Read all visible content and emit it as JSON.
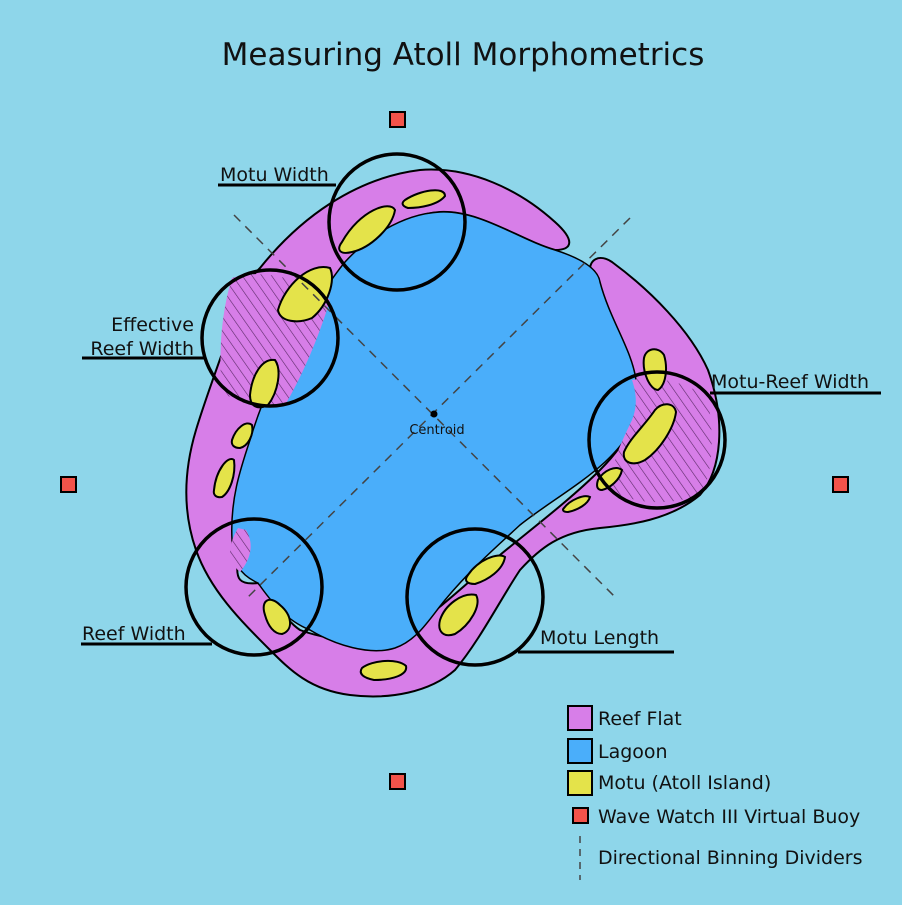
{
  "title": "Measuring Atoll Morphometrics",
  "labels": {
    "motu_width": "Motu Width",
    "effective_reef_width_line1": "Effective",
    "effective_reef_width_line2": "Reef Width",
    "motu_reef_width": "Motu-Reef Width",
    "reef_width": "Reef Width",
    "motu_length": "Motu Length",
    "centroid": "Centroid"
  },
  "legend": {
    "reef_flat": "Reef Flat",
    "lagoon": "Lagoon",
    "motu": "Motu (Atoll Island)",
    "buoy": "Wave Watch III Virtual Buoy",
    "dividers": "Directional Binning Dividers"
  },
  "colors": {
    "ocean": "#8ed6ea",
    "reef_flat": "#d77ee8",
    "lagoon": "#4aaefa",
    "motu": "#e4e34a",
    "buoy": "#f2534a",
    "outline": "#000000"
  }
}
